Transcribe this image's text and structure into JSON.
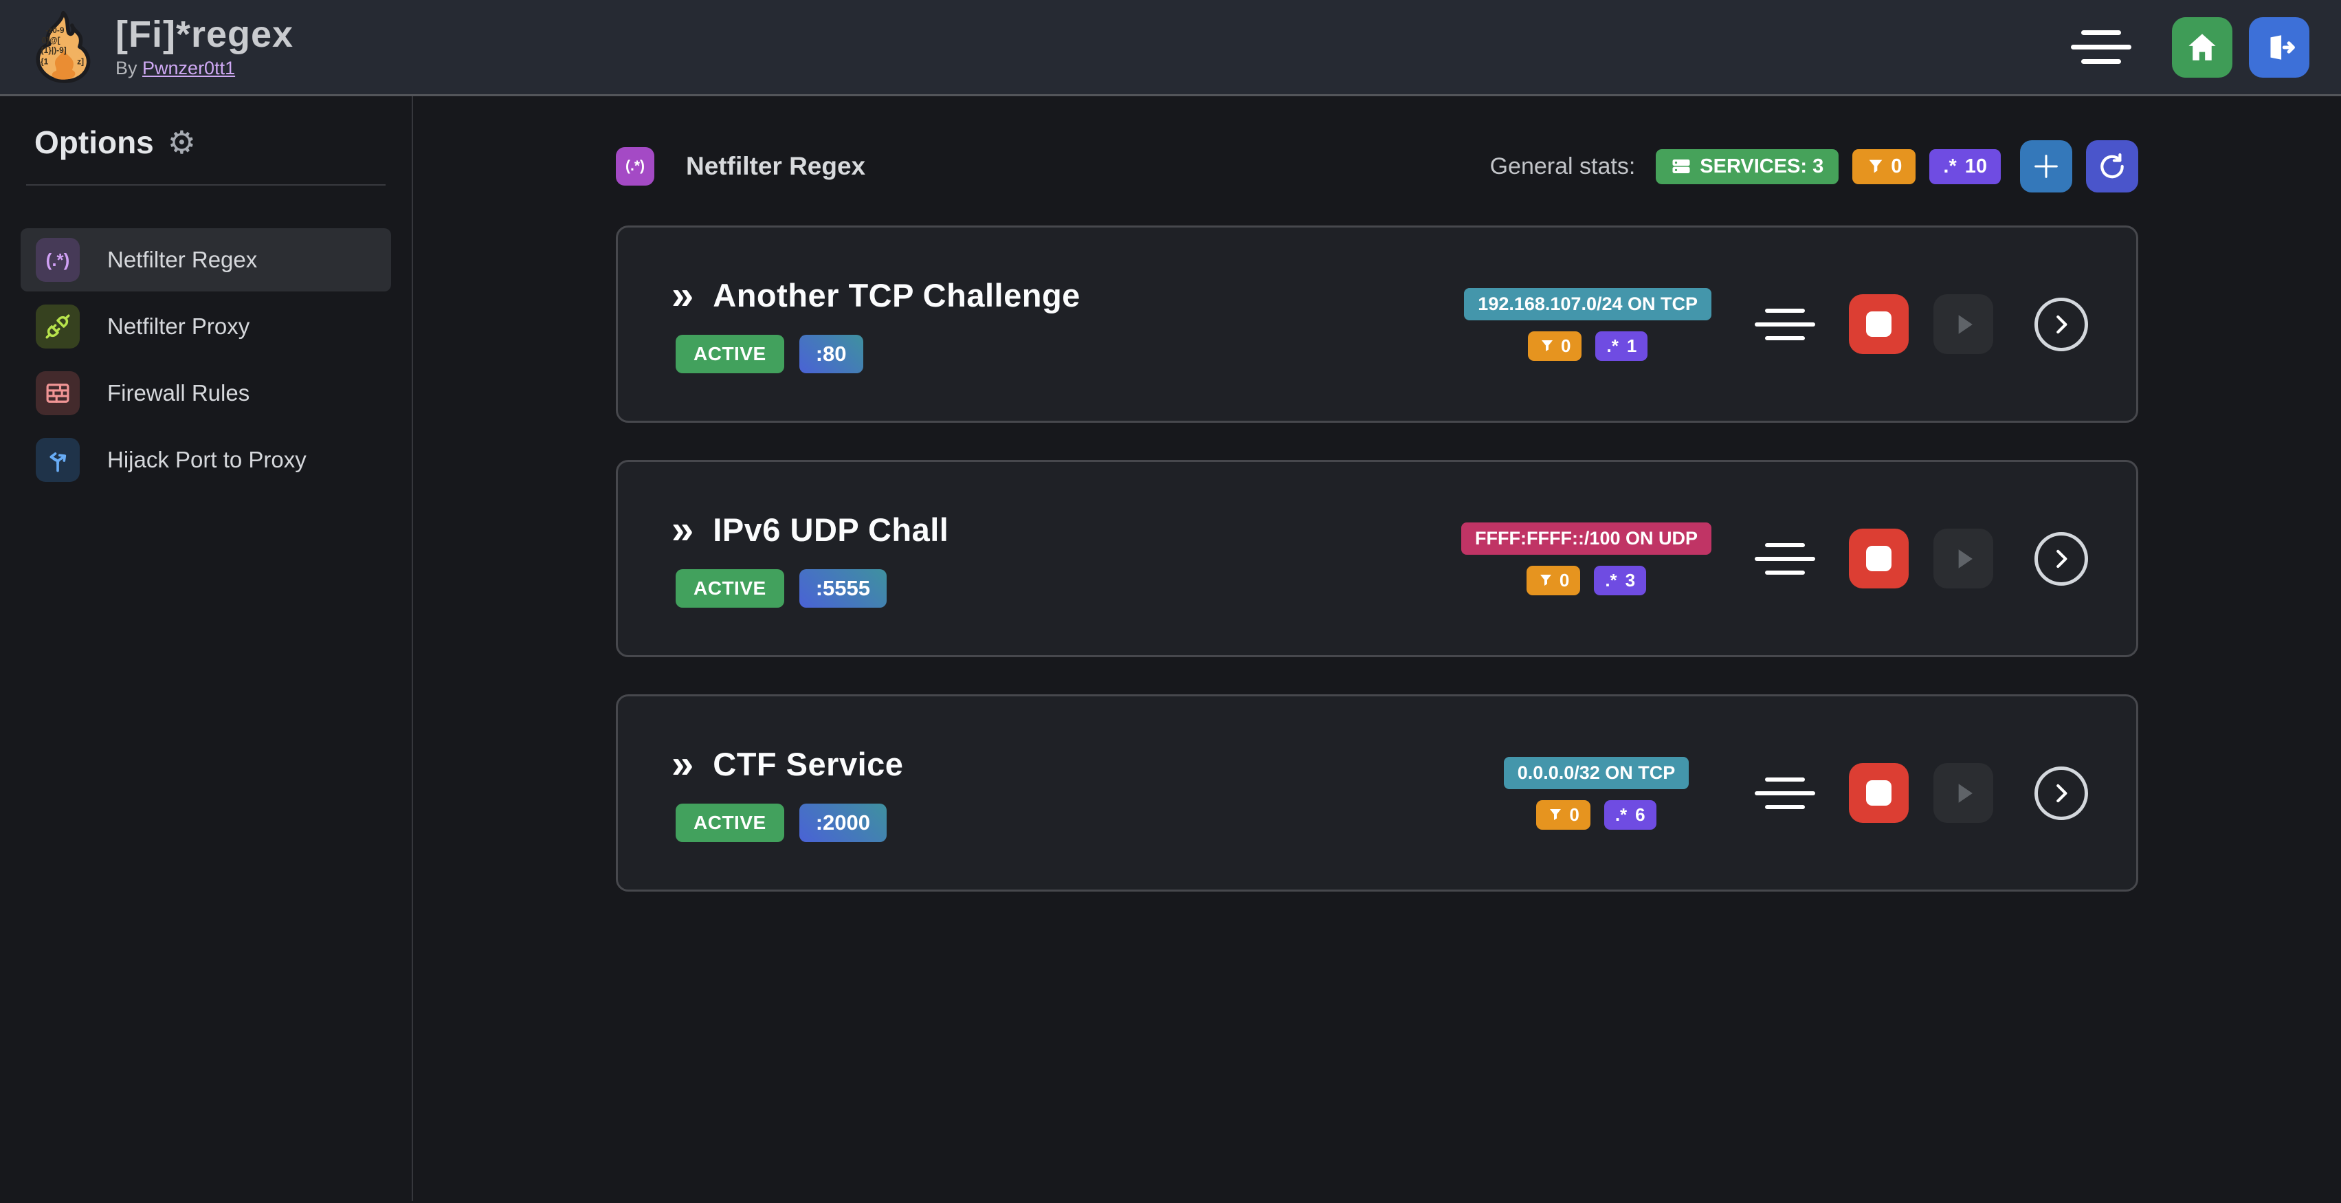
{
  "navbar": {
    "title": "[Fi]*regex",
    "byline_prefix": "By",
    "byline_link": "Pwnzer0tt1"
  },
  "sidebar": {
    "heading": "Options",
    "items": [
      {
        "label": "Netfilter Regex",
        "active": true
      },
      {
        "label": "Netfilter Proxy",
        "active": false
      },
      {
        "label": "Firewall Rules",
        "active": false
      },
      {
        "label": "Hijack Port to Proxy",
        "active": false
      }
    ]
  },
  "glyphs": {
    "regex_paren": "(.*)",
    "regex_star": ".*",
    "service_chevrons": "»",
    "gear": "⚙"
  },
  "main": {
    "section_title": "Netfilter Regex",
    "stats_label": "General stats:",
    "stats": {
      "services": "SERVICES: 3",
      "filtered_connections": "0",
      "regexes": "10"
    }
  },
  "services": [
    {
      "name": "Another TCP Challenge",
      "status": "ACTIVE",
      "port": ":80",
      "target": "192.168.107.0/24 ON TCP",
      "filtered": "0",
      "regexes": "1",
      "target_color": "teal"
    },
    {
      "name": "IPv6 UDP Chall",
      "status": "ACTIVE",
      "port": ":5555",
      "target": "FFFF:FFFF::/100 ON UDP",
      "filtered": "0",
      "regexes": "3",
      "target_color": "pink"
    },
    {
      "name": "CTF Service",
      "status": "ACTIVE",
      "port": ":2000",
      "target": "0.0.0.0/32 ON TCP",
      "filtered": "0",
      "regexes": "6",
      "target_color": "teal"
    }
  ],
  "colors": {
    "navbar_bg": "#262a33",
    "page_bg": "#17181c",
    "card_bg": "#1f2126",
    "card_border": "#47484d",
    "active_green": "#42a15d",
    "services_green": "#46a25a",
    "filter_orange": "#e6941f",
    "regex_violet": "#6f4ce2",
    "target_teal": "#4496ab",
    "target_pink": "#c03465",
    "stop_red": "#dc3e33",
    "home_green": "#3f9c57",
    "logout_blue": "#3d70d8",
    "plus_blue": "#3478ba",
    "refresh_indigo": "#4a55cb",
    "link_purple": "#cfa9f4"
  }
}
